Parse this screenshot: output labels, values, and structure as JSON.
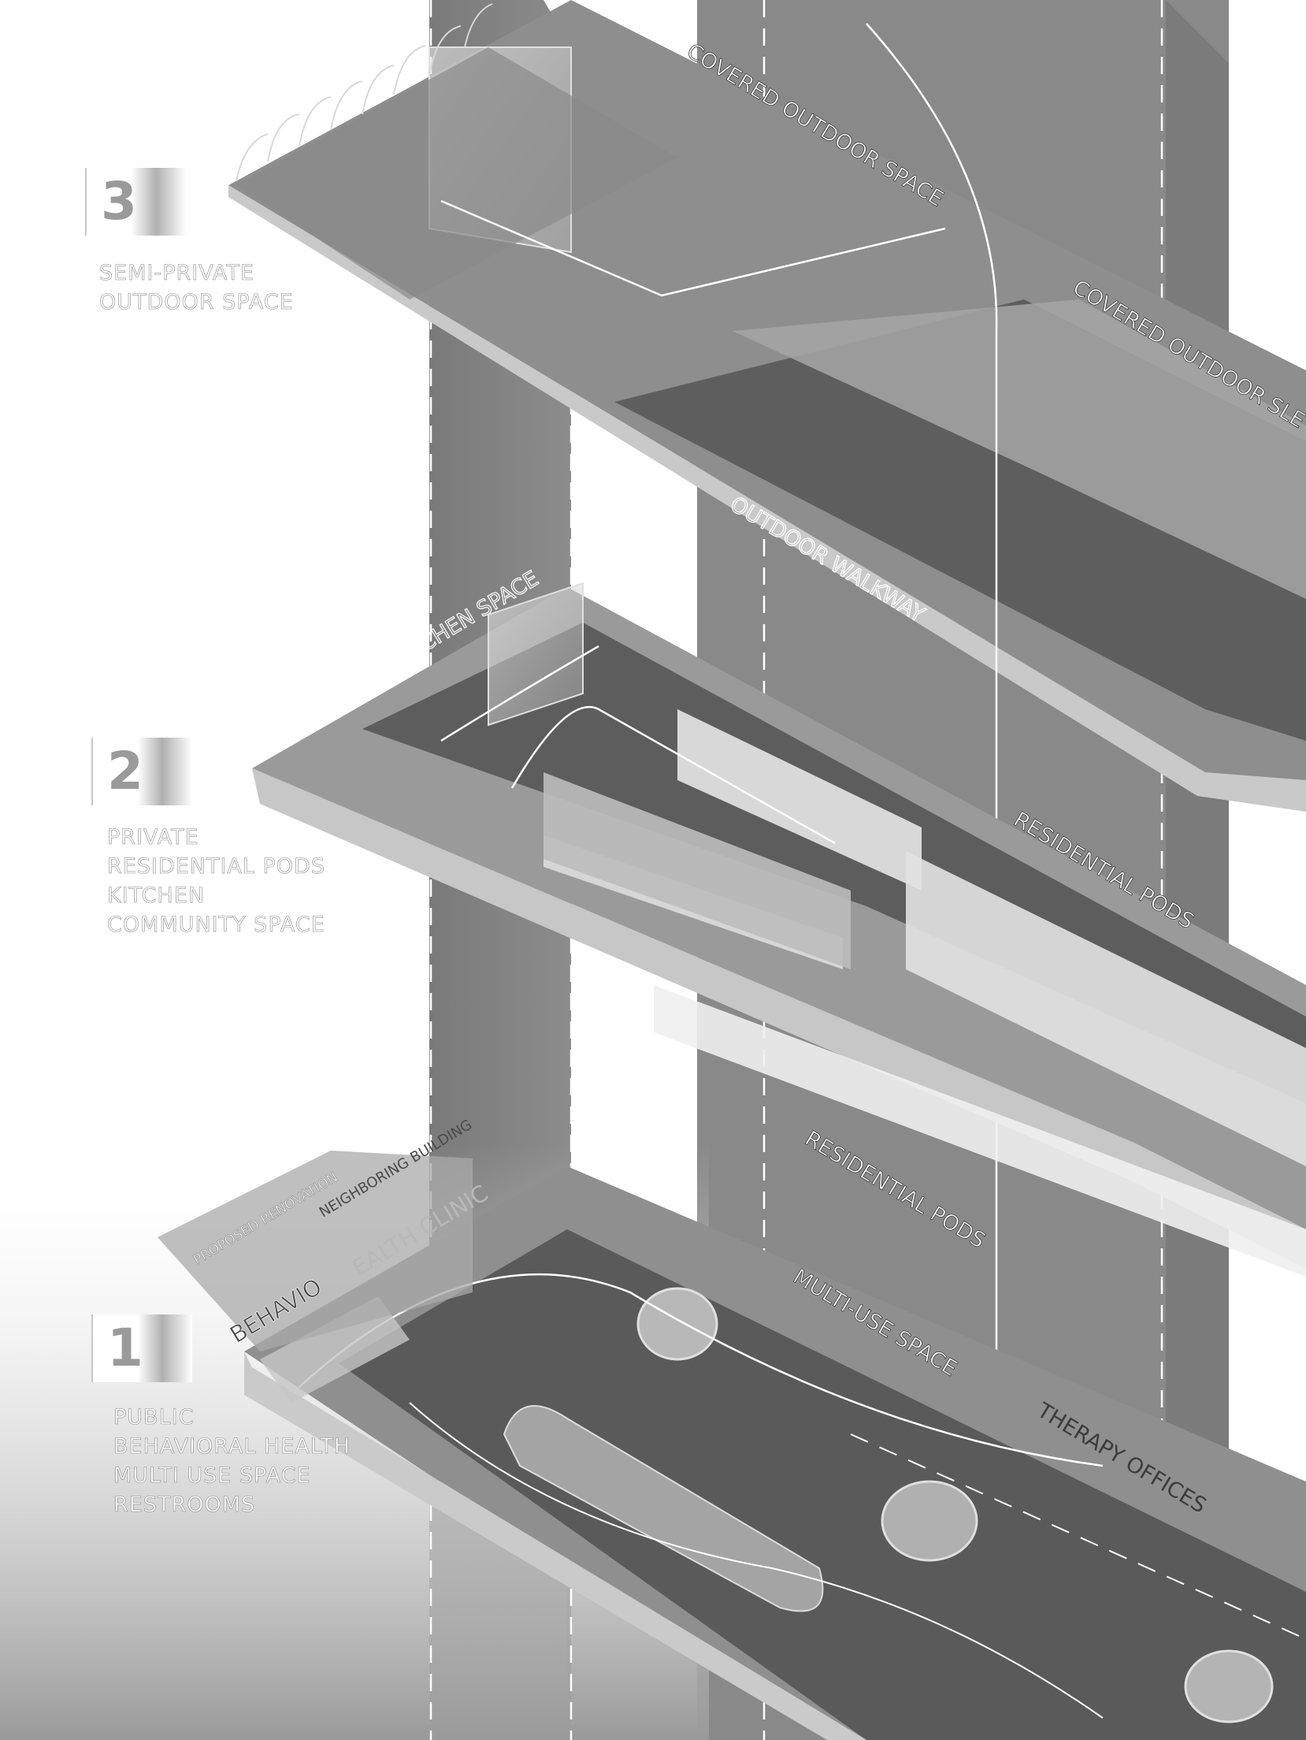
{
  "levels": [
    {
      "number": "3",
      "lines": [
        "SEMI-PRIVATE",
        "OUTDOOR SPACE"
      ]
    },
    {
      "number": "2",
      "lines": [
        "PRIVATE",
        "RESIDENTIAL PODS",
        "KITCHEN",
        "COMMUNITY SPACE"
      ]
    },
    {
      "number": "1",
      "lines": [
        "PUBLIC",
        "BEHAVIORAL HEALTH",
        "MULTI USE SPACE",
        "RESTROOMS"
      ]
    }
  ],
  "annotations": {
    "covered_outdoor_space": "COVERED OUTDOOR SPACE",
    "covered_outdoor_sleeping": "COVERED OUTDOOR SLE",
    "outdoor_walkway": "OUTDOOR WALKWAY",
    "communal_kitchen_space": "COMMUNAL KITCHEN SPACE",
    "residential_pods_upper": "RESIDENTIAL PODS",
    "residential_pods_lower": "RESIDENTIAL PODS",
    "multi_use_space": "MULTI-USE SPACE",
    "therapy_offices": "THERAPY OFFICES",
    "behavioral_health_clinic_a": "BEHAVIO",
    "behavioral_health_clinic_b": "EALTH CLINIC",
    "proposed_renovation": "PROPOSED RENOVATION",
    "neighboring_building": "NEIGHBORING BUILDING"
  },
  "colors": {
    "tower": "#8a8a8a",
    "tower_dark": "#6e6e6e",
    "floor_fill": "#9a9a9a",
    "floor_dark": "#5c5c5c",
    "slab_edge": "#c4c4c4",
    "line": "#ffffff"
  }
}
